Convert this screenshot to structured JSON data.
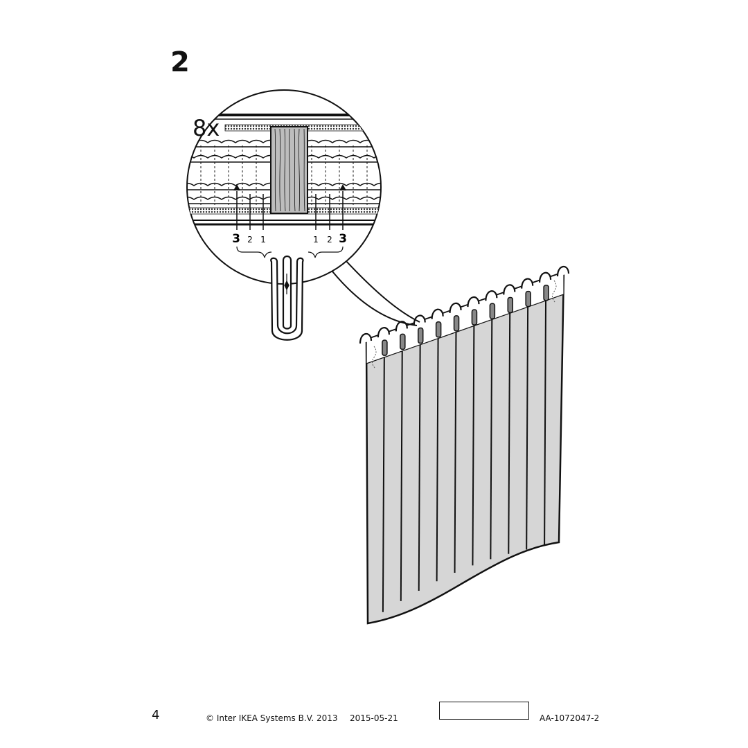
{
  "step": {
    "number": "2"
  },
  "detail": {
    "quantity": "8x",
    "left_labels": [
      "3",
      "2",
      "1"
    ],
    "right_labels": [
      "1",
      "2",
      "3"
    ]
  },
  "footer": {
    "page_number": "4",
    "copyright": "© Inter IKEA Systems B.V. 2013",
    "date": "2015-05-21",
    "doc_code": "AA-1072047-2"
  },
  "colors": {
    "line": "#111111",
    "curtain_fill": "#d6d6d6",
    "wood_fill": "#bdbdbd"
  }
}
